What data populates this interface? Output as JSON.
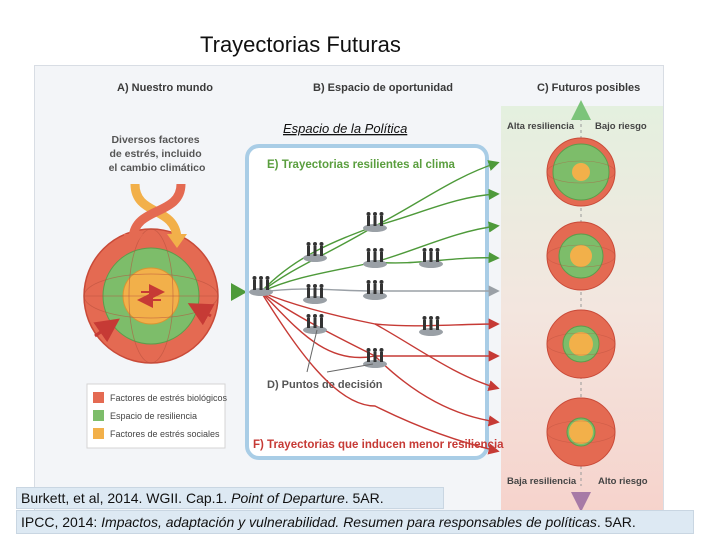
{
  "slide_title": "Trayectorias Futuras",
  "panels": {
    "a": "A) Nuestro mundo",
    "b": "B) Espacio de oportunidad",
    "c": "C) Futuros posibles"
  },
  "policy_space": "Espacio de la Política",
  "stressors_note": [
    "Diversos factores",
    "de estrés, incluido",
    "el cambio climático"
  ],
  "pathways": {
    "e": "E) Trayectorias resilientes al clima",
    "d": "D) Puntos de decisión",
    "f": "F) Trayectorias que inducen menor resiliencia"
  },
  "futures_scale": {
    "high_resilience": "Alta resiliencia",
    "low_risk": "Bajo riesgo",
    "low_resilience": "Baja resiliencia",
    "high_risk": "Alto riesgo"
  },
  "legend": [
    {
      "label": "Factores de estrés biológicos",
      "color": "#e46a52"
    },
    {
      "label": "Espacio de resiliencia",
      "color": "#7dbd6a"
    },
    {
      "label": "Factores de estrés sociales",
      "color": "#f2b04a"
    }
  ],
  "colors": {
    "resilient_arrow": "#4e9a3a",
    "low_resilience_arrow": "#c63a35",
    "policy_frame": "#a9cde6",
    "up_arrow": "#7cc47a",
    "down_arrow": "#a77aa6"
  },
  "citations": {
    "line1_plain": "Burkett, et al, 2014. WGII. Cap.1. ",
    "line1_italic": "Point of Departure",
    "line1_end": ". 5AR.",
    "line2_plain": "IPCC, 2014: ",
    "line2_italic": "Impactos, adaptación y vulnerabilidad. Resumen para responsables de políticas",
    "line2_end": ". 5AR."
  }
}
